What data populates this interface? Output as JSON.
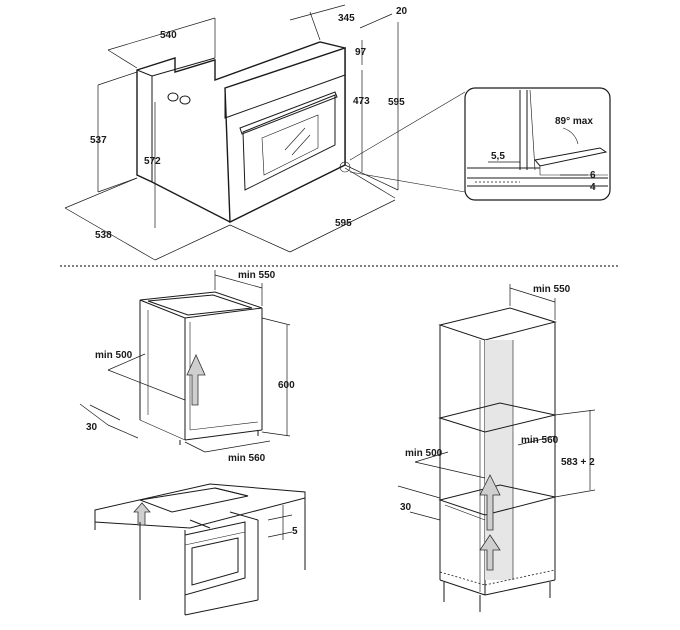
{
  "oven_dims": {
    "depth_top": "540",
    "depth_front": "345",
    "bezel": "20",
    "control_height": "97",
    "inner_height": "473",
    "total_height": "595",
    "side_height": "537",
    "body_height": "572",
    "bottom_depth": "538",
    "width": "595"
  },
  "detail": {
    "angle": "89° max",
    "gap": "5,5",
    "a": "6",
    "b": "4"
  },
  "under_counter": {
    "depth": "min 550",
    "opening": "min 500",
    "height": "600",
    "width": "min 560",
    "vent": "30"
  },
  "hob": {
    "gap": "5"
  },
  "column": {
    "depth": "min 550",
    "width": "min 560",
    "opening": "min 500",
    "height": "583 + 2",
    "vent": "30"
  },
  "colors": {
    "line": "#1a1a1a",
    "shade": "#e6e6e6",
    "arrow": "#cfcfcf"
  }
}
